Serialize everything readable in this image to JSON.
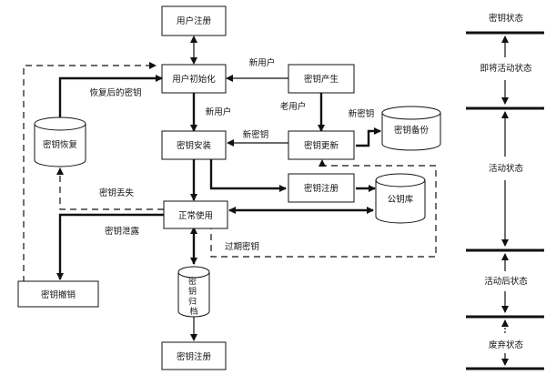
{
  "nodes": {
    "user_register": "用户注册",
    "user_init": "用户初始化",
    "key_generate": "密钥产生",
    "key_install": "密钥安装",
    "key_update": "密钥更新",
    "key_backup": "密钥备份",
    "key_recover": "密钥恢复",
    "key_register": "密钥注册",
    "pubkey_db": "公钥库",
    "normal_use": "正常使用",
    "key_revoke": "密钥撤销",
    "key_archive": "密钥归档",
    "key_register_bottom": "密钥注册"
  },
  "edges": {
    "new_user_top": "新用户",
    "recovered_key": "恢复后的密钥",
    "new_user_left": "新用户",
    "old_user": "老用户",
    "new_key_backup": "新密钥",
    "new_key_install": "新密钥",
    "key_lost": "密钥丢失",
    "key_leak": "密钥泄露",
    "expired_key": "过期密钥"
  },
  "states": {
    "title": "密钥状态",
    "pre_active": "即将活动状态",
    "active": "活动状态",
    "post_active": "活动后状态",
    "destroyed": "废弃状态"
  }
}
